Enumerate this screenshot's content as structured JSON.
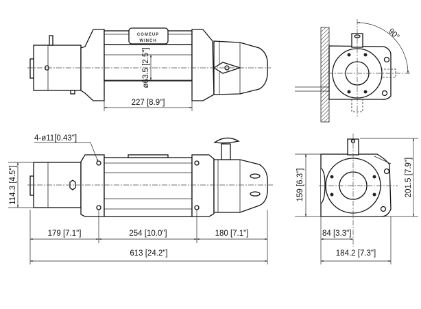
{
  "drawing": {
    "logo": {
      "line1": "COMEUP",
      "line2": "WINCH"
    },
    "top_view": {
      "drum_length": "227 [8.9\"]",
      "drum_diameter": "ø63.5 [2.5\"]"
    },
    "mounting_view": {
      "angle": "90°"
    },
    "front_view": {
      "holes": "4-ø11[0.43\"]",
      "height_motor": "114.3 [4.5\"]",
      "seg_left": "179 [7.1\"]",
      "seg_mid": "254 [10.0\"]",
      "seg_right": "180 [7.1\"]",
      "overall_length": "613 [24.2\"]"
    },
    "side_view": {
      "height_body": "159 [6.3\"]",
      "height_total": "201.5 [7.9\"]",
      "offset": "84 [3.3\"]",
      "width": "184.2 [7.3\"]"
    }
  }
}
